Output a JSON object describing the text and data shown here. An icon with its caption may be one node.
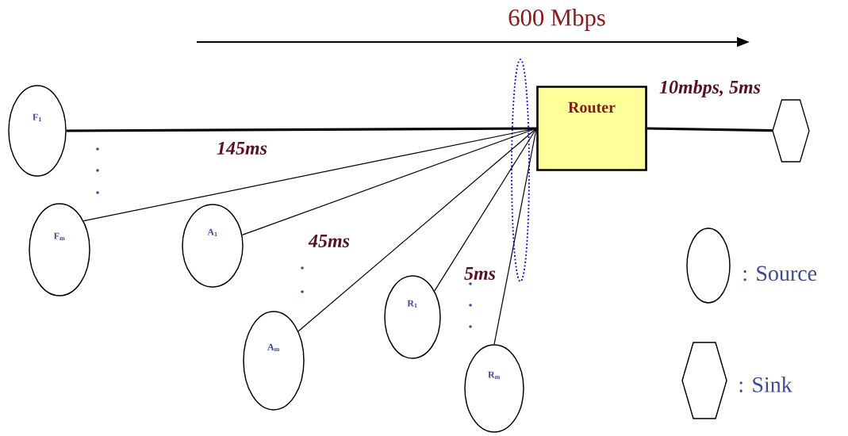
{
  "diagram": {
    "nodes": [
      {
        "text": [
          "F$_{1}$"
        ]
      },
      {
        "text": [
          "F$_{m}$"
        ]
      },
      {
        "text": [
          "A$_{1}$"
        ]
      },
      {
        "text": [
          "A$_{m}$"
        ]
      },
      {
        "text": [
          "R$_{1}$"
        ]
      },
      {
        "text": [
          "R$_{m}$"
        ]
      },
      {
        "text": [
          "Router"
        ]
      },
      {
        "text": [],
        "shape": "hexagon"
      }
    ],
    "edges": [
      {
        "from": 0,
        "to": 6,
        "arrow": "none",
        "label": "145ms",
        "style": "thick"
      },
      {
        "from": 1,
        "to": 6,
        "arrow": "none"
      },
      {
        "from": 2,
        "to": 6,
        "arrow": "none",
        "label": "45ms"
      },
      {
        "from": 3,
        "to": 6,
        "arrow": "none"
      },
      {
        "from": 4,
        "to": 6,
        "arrow": "none",
        "label": "5ms"
      },
      {
        "from": 5,
        "to": 6,
        "arrow": "none"
      },
      {
        "from": 6,
        "to": 7,
        "arrow": "none",
        "label": "10mbps, 5ms",
        "style": "thick"
      }
    ],
    "labels": [
      "600 Mbps"
    ],
    "legend": [
      {
        "text": ": Source"
      },
      {
        "text": ": Sink"
      }
    ]
  }
}
